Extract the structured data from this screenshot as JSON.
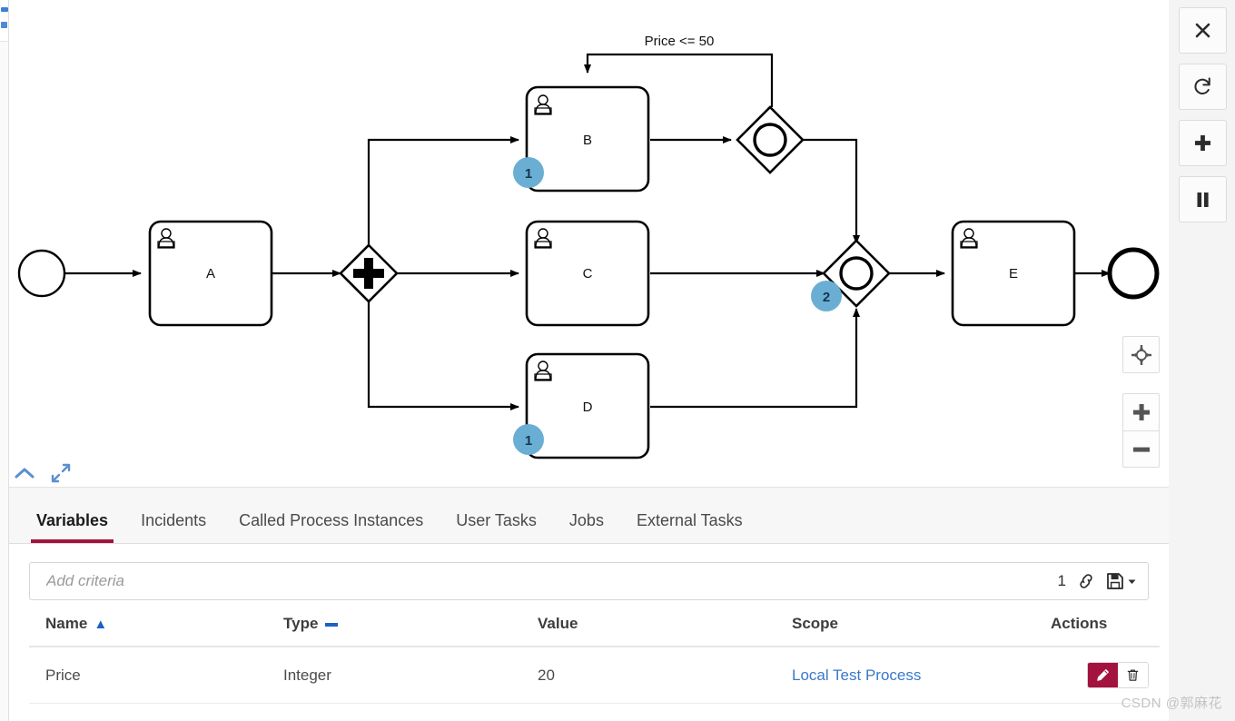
{
  "window": {
    "watermark": "CSDN @郭麻花"
  },
  "right_toolbar": {
    "buttons": [
      {
        "name": "cancel-process-instance",
        "icon": "close-icon",
        "glyph": "✕"
      },
      {
        "name": "retry-process-instance",
        "icon": "refresh-icon",
        "glyph": "↻"
      },
      {
        "name": "add-variable",
        "icon": "plus-icon",
        "glyph": "✚"
      },
      {
        "name": "suspend-process-instance",
        "icon": "pause-icon",
        "glyph": "❚❚"
      }
    ]
  },
  "diagram_controls": {
    "reset_zoom": "reset-zoom-icon",
    "zoom_in": "+",
    "zoom_out": "−",
    "collapse": "chevron-up-icon",
    "fullscreen": "expand-icon"
  },
  "diagram": {
    "type": "bpmn",
    "start_event": {
      "label": "",
      "name": "start-event"
    },
    "end_event": {
      "label": "",
      "name": "end-event"
    },
    "sequence_flow_label": "Price <= 50",
    "tasks": [
      {
        "id": "A",
        "label": "A",
        "icon": "user-task-icon",
        "badge": null
      },
      {
        "id": "B",
        "label": "B",
        "icon": "user-task-icon",
        "badge": "1"
      },
      {
        "id": "C",
        "label": "C",
        "icon": "user-task-icon",
        "badge": null
      },
      {
        "id": "D",
        "label": "D",
        "icon": "user-task-icon",
        "badge": "1"
      },
      {
        "id": "E",
        "label": "E",
        "icon": "user-task-icon",
        "badge": null
      }
    ],
    "gateways": [
      {
        "id": "split",
        "kind": "parallel",
        "badge": null
      },
      {
        "id": "loopgw",
        "kind": "inclusive",
        "badge": null
      },
      {
        "id": "joingw",
        "kind": "inclusive",
        "badge": "2"
      }
    ],
    "badge_color": "#6aafd3"
  },
  "tabs": {
    "active": "Variables",
    "items": [
      {
        "label": "Variables"
      },
      {
        "label": "Incidents"
      },
      {
        "label": "Called Process Instances"
      },
      {
        "label": "User Tasks"
      },
      {
        "label": "Jobs"
      },
      {
        "label": "External Tasks"
      }
    ],
    "accent": "#a4123f"
  },
  "criteria": {
    "placeholder": "Add criteria",
    "value": "",
    "count": "1",
    "link_icon": "link-icon",
    "save_icon": "save-icon",
    "caret_icon": "caret-down-icon"
  },
  "variables_table": {
    "columns": [
      {
        "label": "Name",
        "sort": "asc"
      },
      {
        "label": "Type",
        "sort": "none"
      },
      {
        "label": "Value",
        "sort": null
      },
      {
        "label": "Scope",
        "sort": null
      },
      {
        "label": "Actions",
        "sort": null
      }
    ],
    "rows": [
      {
        "name": "Price",
        "type": "Integer",
        "value": "20",
        "scope": "Local Test Process",
        "edit_icon": "pencil-icon",
        "delete_icon": "trash-icon"
      }
    ]
  }
}
